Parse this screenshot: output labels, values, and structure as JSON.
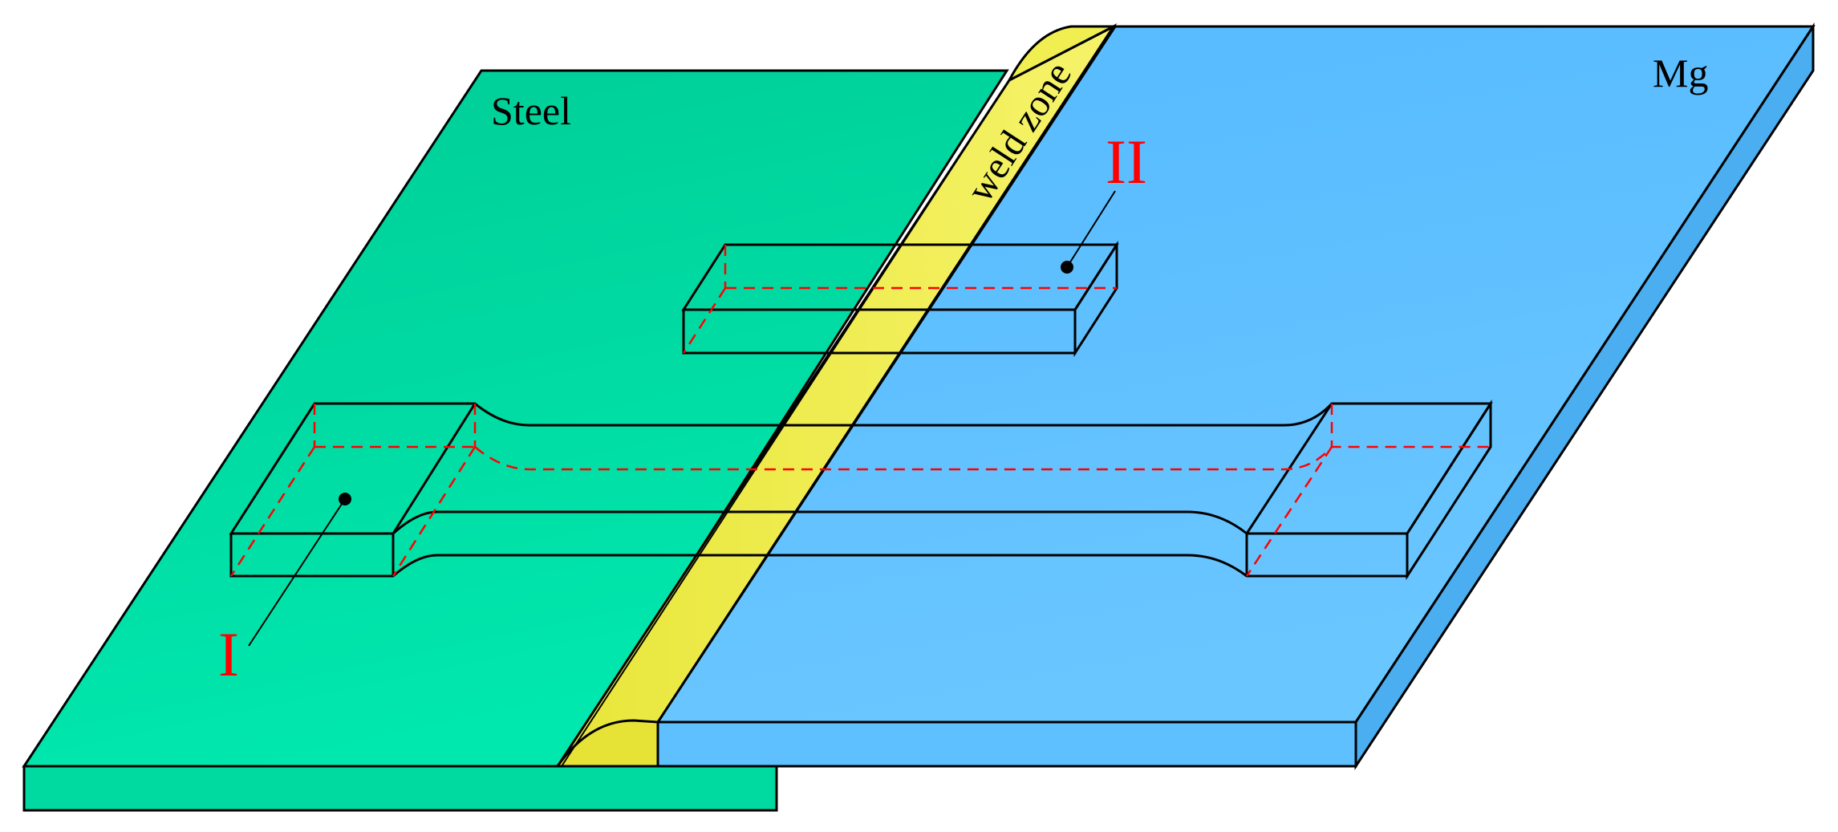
{
  "labels": {
    "steel": "Steel",
    "mg": "Mg",
    "weld_zone": "weld zone",
    "region_one": "I",
    "region_two": "II"
  },
  "colors": {
    "steel_fill": "#00d9a0",
    "mg_fill": "#5fc0ff",
    "weld_fill": "#f0ee50",
    "outline": "#000000",
    "hidden_edge": "#ff0000",
    "marker_text": "#ff0000"
  }
}
